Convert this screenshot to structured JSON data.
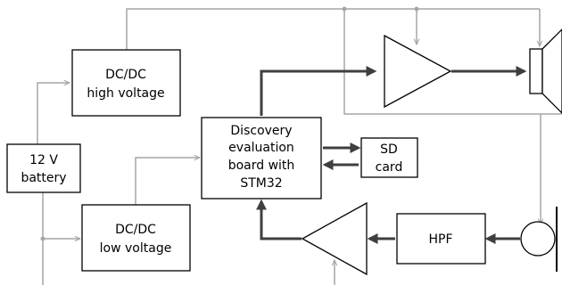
{
  "blocks": {
    "battery": {
      "line1": "12 V",
      "line2": "battery"
    },
    "dcdc_high": {
      "line1": "DC/DC",
      "line2": "high voltage"
    },
    "dcdc_low": {
      "line1": "DC/DC",
      "line2": "low voltage"
    },
    "discovery": {
      "line1": "Discovery",
      "line2": "evaluation",
      "line3": "board with",
      "line4": "STM32"
    },
    "sd_card": {
      "line1": "SD",
      "line2": "card"
    },
    "hpf": {
      "label": "HPF"
    }
  },
  "colors": {
    "power_wire": "#a6a6a6",
    "signal_wire": "#3f3f3f",
    "outline": "#000000"
  },
  "icons": [
    "power-amplifier-icon",
    "speaker-icon",
    "preamplifier-icon",
    "microphone-icon"
  ]
}
